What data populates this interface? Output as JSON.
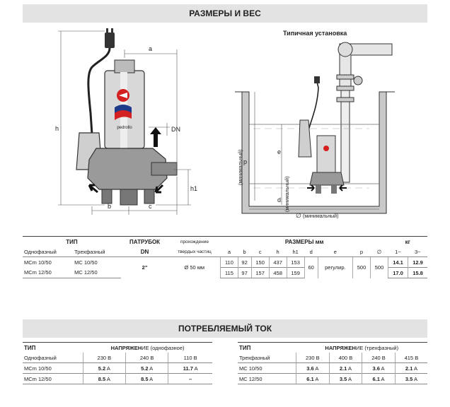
{
  "section_dimensions": {
    "title": "РАЗМЕРЫ И ВЕС"
  },
  "installation": {
    "title": "Типичная установка",
    "min_label_1": "(минимальный)",
    "min_label_2": "(минимальный)",
    "min_label_3": "(минимальный)"
  },
  "pump_logo": "pedrollo",
  "dim_letters": {
    "a": "a",
    "b": "b",
    "c": "c",
    "h": "h",
    "h1": "h1",
    "dn": "DN",
    "e": "e",
    "p": "p",
    "d": "d",
    "diam": "∅"
  },
  "table1": {
    "h_type": "ТИП",
    "h_outlet": "ПАТРУБОК",
    "h_outlet_dn": "DN",
    "h_passage_1": "прохождение",
    "h_passage_2": "твердых частиц",
    "h_dims": "РАЗМЕРЫ  мм",
    "h_kg": "кг",
    "h_single": "Однофазный",
    "h_three": "Трехфазный",
    "cols": [
      "a",
      "b",
      "c",
      "h",
      "h1",
      "d",
      "e",
      "p",
      "∅",
      "1~",
      "3~"
    ],
    "rows": [
      {
        "single": "MCm 10/50",
        "three": "MC 10/50",
        "a": "110",
        "b": "92",
        "c": "150",
        "h": "437",
        "h1": "153",
        "kg1": "14.1",
        "kg3": "12.9"
      },
      {
        "single": "MCm 12/50",
        "three": "MC 12/50",
        "a": "115",
        "b": "97",
        "c": "157",
        "h": "458",
        "h1": "159",
        "kg1": "17.0",
        "kg3": "15.8"
      }
    ],
    "dn": "2\"",
    "passage": "Ø 50 мм",
    "d": "60",
    "e": "регулир.",
    "p": "500",
    "diam": "500"
  },
  "section_current": {
    "title": "ПОТРЕБЛЯЕМЫЙ ТОК"
  },
  "table_single": {
    "h_type": "ТИП",
    "h_voltage_bold": "НАПРЯЖЕН",
    "h_voltage_rest": "ИЕ (однофазное)",
    "h_sub": "Однофазный",
    "volts": [
      "230 В",
      "240 В",
      "110 В"
    ],
    "rows": [
      {
        "name": "MCm 10/50",
        "v1": "5.2",
        "v2": "5.2",
        "v3": "11.7",
        "u": "A"
      },
      {
        "name": "MCm 12/50",
        "v1": "8.5",
        "v2": "8.5",
        "v3": "–",
        "u": "A"
      }
    ]
  },
  "table_three": {
    "h_type": "ТИП",
    "h_voltage_bold": "НАПРЯЖЕН",
    "h_voltage_rest": "ИЕ (трехфазный)",
    "h_sub": "Трехфазный",
    "volts": [
      "230 В",
      "400 В",
      "240 В",
      "415 В"
    ],
    "rows": [
      {
        "name": "MC 10/50",
        "v1": "3.6",
        "v2": "2.1",
        "v3": "3.6",
        "v4": "2.1",
        "u": "A"
      },
      {
        "name": "MC 12/50",
        "v1": "6.1",
        "v2": "3.5",
        "v3": "6.1",
        "v4": "3.5",
        "u": "A"
      }
    ]
  }
}
